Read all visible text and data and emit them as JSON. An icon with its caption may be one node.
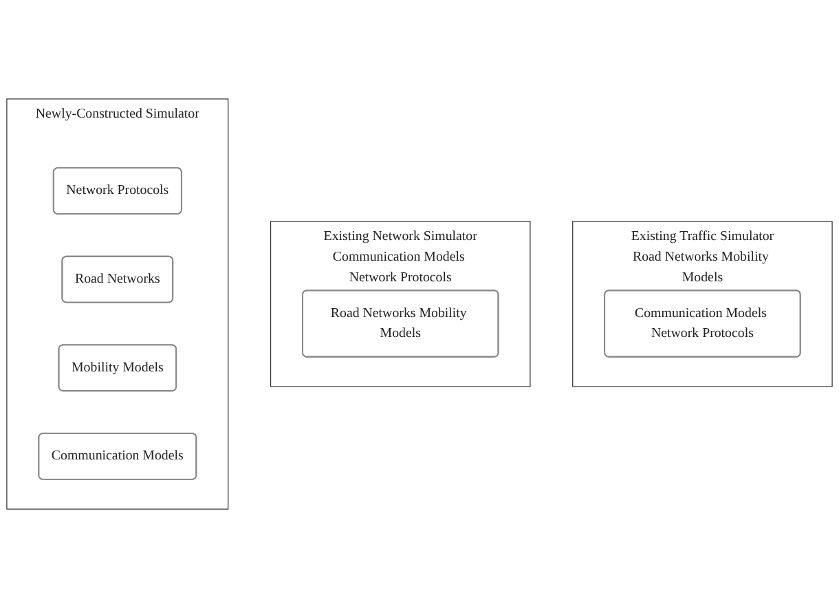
{
  "diagram": {
    "nodes": [
      {
        "text": [
          "Existing Traffic Simulator",
          "Road Networks Mobility Models"
        ]
      },
      {
        "text": [
          "Communication Models Network Protocols"
        ],
        "in": 0
      },
      {
        "text": [
          "Existing Network Simulator",
          "Communication Models Network Protocols"
        ]
      },
      {
        "text": [
          "Road Networks Mobility Models"
        ],
        "in": 2
      },
      {
        "text": [
          "Newly-Constructed Simulator"
        ]
      },
      {
        "text": [
          "Network Protocols"
        ],
        "in": 4
      },
      {
        "text": [
          "Road Networks"
        ],
        "in": 4
      },
      {
        "text": [
          "Mobility Models"
        ],
        "in": 4
      },
      {
        "text": [
          "Communication Models"
        ],
        "in": 4
      }
    ],
    "edges": []
  }
}
